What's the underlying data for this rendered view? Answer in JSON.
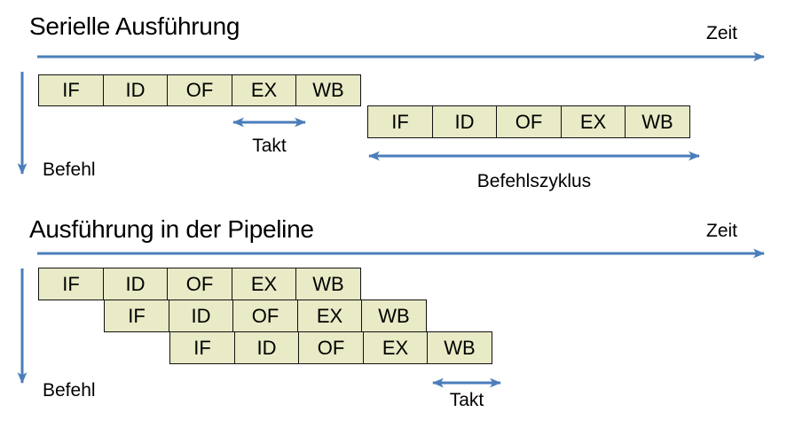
{
  "colors": {
    "arrow_blue": "#4a7ebb",
    "box_fill": "#e9eac6",
    "box_border": "#111111",
    "text": "#000000",
    "background": "#ffffff"
  },
  "sections": {
    "serial": {
      "title": "Serielle Ausführung",
      "time_axis_label": "Zeit",
      "instruction_axis_label": "Befehl",
      "clock_label": "Takt",
      "cycle_label": "Befehlszyklus",
      "rows": [
        [
          "IF",
          "ID",
          "OF",
          "EX",
          "WB"
        ],
        [
          "IF",
          "ID",
          "OF",
          "EX",
          "WB"
        ]
      ]
    },
    "pipeline": {
      "title": "Ausführung in der Pipeline",
      "time_axis_label": "Zeit",
      "instruction_axis_label": "Befehl",
      "clock_label": "Takt",
      "rows": [
        [
          "IF",
          "ID",
          "OF",
          "EX",
          "WB"
        ],
        [
          "IF",
          "ID",
          "OF",
          "EX",
          "WB"
        ],
        [
          "IF",
          "ID",
          "OF",
          "EX",
          "WB"
        ]
      ]
    }
  }
}
